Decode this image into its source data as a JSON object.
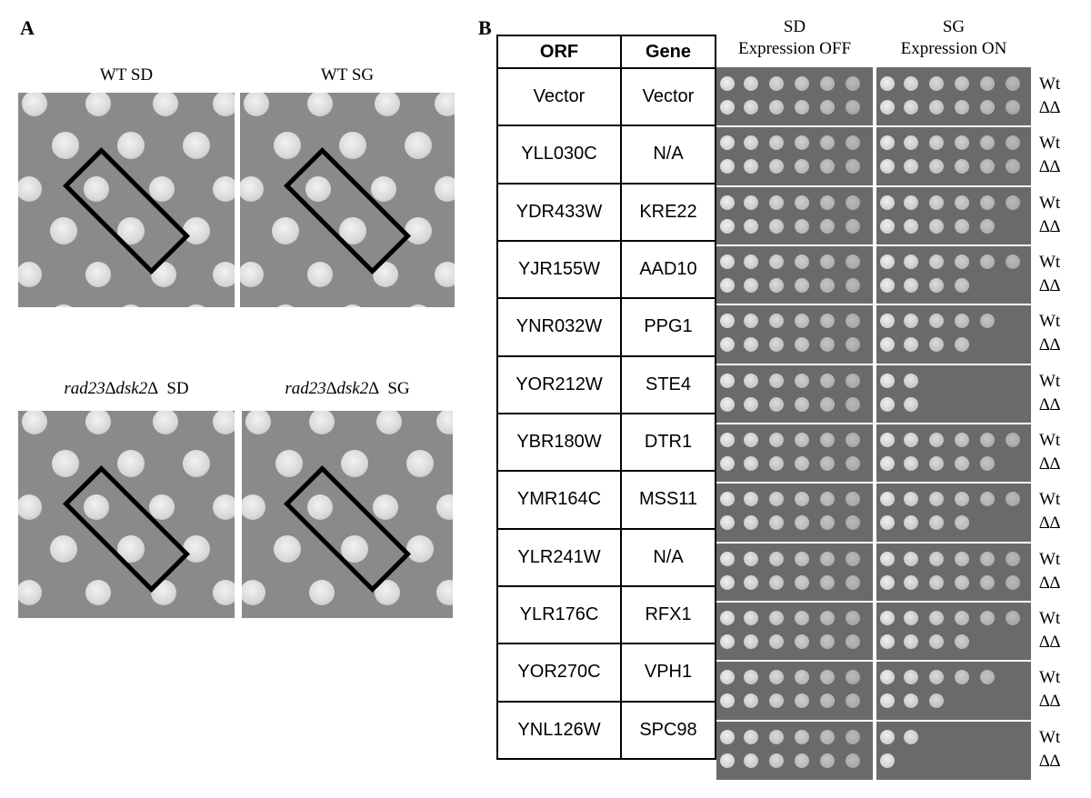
{
  "panel_a": {
    "letter": "A",
    "plates": [
      {
        "label": "WT  SD"
      },
      {
        "label": "WT  SG"
      },
      {
        "label_italic": "rad23∆dsk2∆",
        "label_rest": "SD"
      },
      {
        "label_italic": "rad23∆dsk2∆",
        "label_rest": "SG"
      }
    ]
  },
  "panel_b": {
    "letter": "B",
    "table_header": {
      "orf": "ORF",
      "gene": "Gene"
    },
    "condition_headers": [
      {
        "line1": "SD",
        "line2": "Expression OFF"
      },
      {
        "line1": "SG",
        "line2": "Expression ON"
      }
    ],
    "strain_labels": {
      "wt": "Wt",
      "mutant": "∆∆"
    },
    "rows": [
      {
        "orf": "Vector",
        "gene": "Vector",
        "sd_wt": 6,
        "sd_mut": 6,
        "sg_wt": 6,
        "sg_mut": 6
      },
      {
        "orf": "YLL030C",
        "gene": "N/A",
        "sd_wt": 6,
        "sd_mut": 6,
        "sg_wt": 6,
        "sg_mut": 6
      },
      {
        "orf": "YDR433W",
        "gene": "KRE22",
        "sd_wt": 6,
        "sd_mut": 6,
        "sg_wt": 6,
        "sg_mut": 5
      },
      {
        "orf": "YJR155W",
        "gene": "AAD10",
        "sd_wt": 6,
        "sd_mut": 6,
        "sg_wt": 6,
        "sg_mut": 4
      },
      {
        "orf": "YNR032W",
        "gene": "PPG1",
        "sd_wt": 6,
        "sd_mut": 6,
        "sg_wt": 5,
        "sg_mut": 4
      },
      {
        "orf": "YOR212W",
        "gene": "STE4",
        "sd_wt": 6,
        "sd_mut": 6,
        "sg_wt": 2,
        "sg_mut": 2
      },
      {
        "orf": "YBR180W",
        "gene": "DTR1",
        "sd_wt": 6,
        "sd_mut": 6,
        "sg_wt": 6,
        "sg_mut": 5
      },
      {
        "orf": "YMR164C",
        "gene": "MSS11",
        "sd_wt": 6,
        "sd_mut": 6,
        "sg_wt": 6,
        "sg_mut": 4
      },
      {
        "orf": "YLR241W",
        "gene": "N/A",
        "sd_wt": 6,
        "sd_mut": 6,
        "sg_wt": 6,
        "sg_mut": 6
      },
      {
        "orf": "YLR176C",
        "gene": "RFX1",
        "sd_wt": 6,
        "sd_mut": 6,
        "sg_wt": 6,
        "sg_mut": 4
      },
      {
        "orf": "YOR270C",
        "gene": "VPH1",
        "sd_wt": 6,
        "sd_mut": 6,
        "sg_wt": 5,
        "sg_mut": 3
      },
      {
        "orf": "YNL126W",
        "gene": "SPC98",
        "sd_wt": 6,
        "sd_mut": 6,
        "sg_wt": 2,
        "sg_mut": 1
      }
    ]
  }
}
